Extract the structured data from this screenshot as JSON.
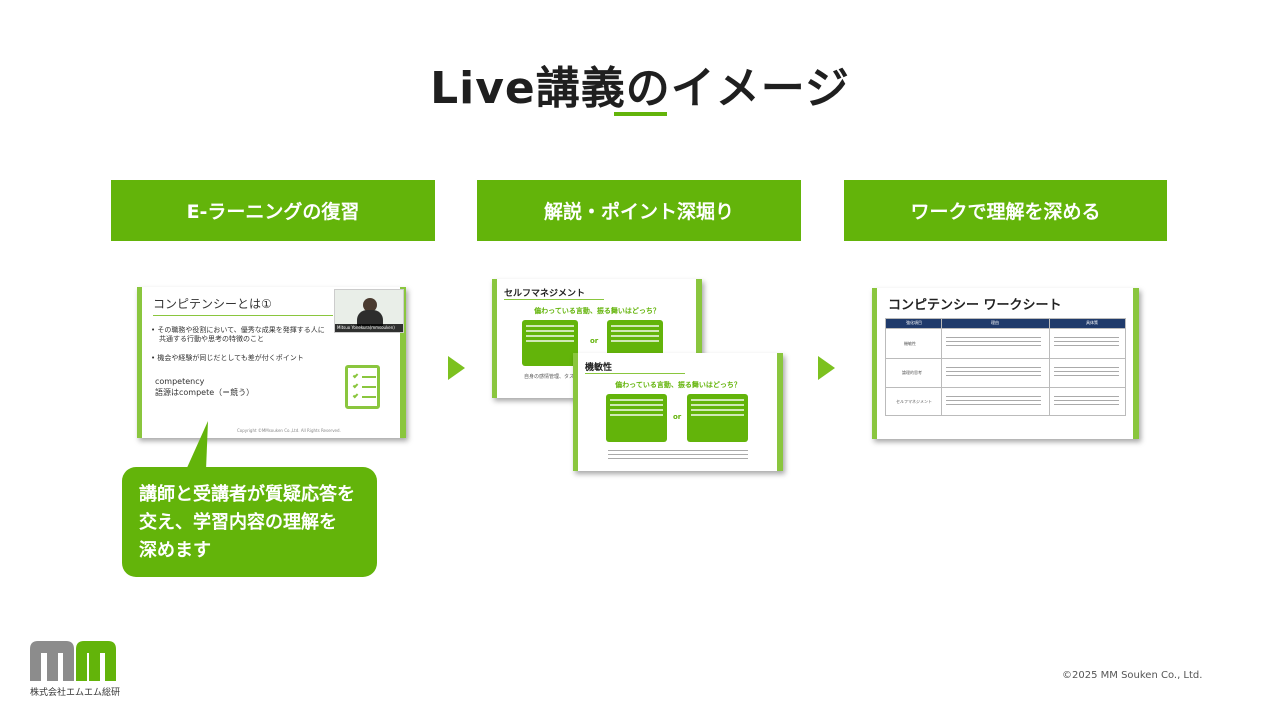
{
  "title": "Live講義のイメージ",
  "steps": [
    {
      "label": "E-ラーニングの復習"
    },
    {
      "label": "解説・ポイント深堀り"
    },
    {
      "label": "ワークで理解を深める"
    }
  ],
  "slide1": {
    "title": "コンピテンシーとは①",
    "bullet1_line1": "• その職務や役割において、優秀な成果を発揮する人に",
    "bullet1_line2": "共通する行動や思考の特徴のこと",
    "bullet2": "• 機会や経験が同じだとしても差が付くポイント",
    "word": "competency",
    "origin": "語源はcompete（＝競う）",
    "video_name": "Mitsuo Yonekura(mmsouken)",
    "footer": "Copyright ©MMsouken Co.,Ltd. All Rights Reserved."
  },
  "slide2a": {
    "title": "セルフマネジメント",
    "question": "偏わっている言動、振る舞いはどっち？",
    "or": "or",
    "note": "自身の感情管理、タスク管理…"
  },
  "slide2b": {
    "title": "機敏性",
    "question": "偏わっている言動、振る舞いはどっち？",
    "or": "or"
  },
  "slide3": {
    "title": "コンピテンシー ワークシート",
    "headers": [
      "強化項目",
      "理由",
      "具体策"
    ],
    "rows": [
      "機敏性",
      "論理的思考",
      "セルフマネジメント"
    ]
  },
  "callout": {
    "line1": "講師と受講者が質疑応答を",
    "line2": "交え、学習内容の理解を",
    "line3": "深めます"
  },
  "logo_text": "株式会社エムエム総研",
  "copyright": "©2025 MM Souken Co., Ltd.",
  "colors": {
    "accent": "#63b40a",
    "light_accent": "#8ac63e",
    "logo_gray": "#8c8c8c"
  }
}
